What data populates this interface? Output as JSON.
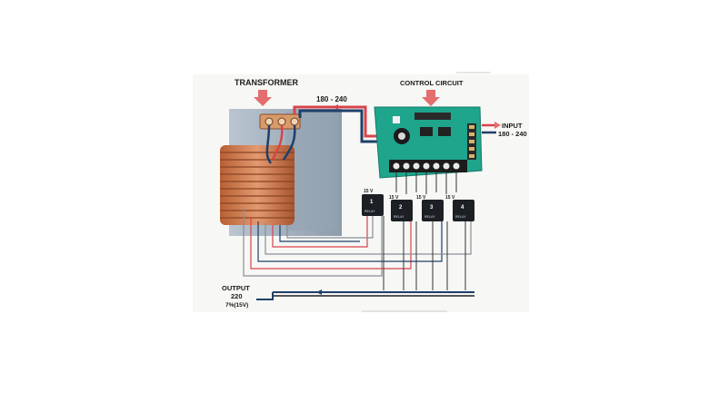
{
  "diagram": {
    "title_transformer": "TRANSFORMER",
    "title_control": "CONTROL CIRCUIT",
    "wire_label_top": "180 - 240",
    "input_label": "INPUT",
    "input_range": "180 - 240",
    "relays": [
      {
        "number": "1",
        "voltage": "15 V",
        "tag": "RELAY"
      },
      {
        "number": "2",
        "voltage": "15 V",
        "tag": "RELAY"
      },
      {
        "number": "3",
        "voltage": "15 V",
        "tag": "RELAY"
      },
      {
        "number": "4",
        "voltage": "15 V",
        "tag": "RELAY"
      }
    ],
    "output_label": "OUTPUT",
    "output_voltage": "220",
    "output_tolerance": "7%(15V)"
  },
  "colors": {
    "board": "#1ea58c",
    "core": "#a9b6c2",
    "coil": "#c9744a",
    "wire_red": "#d8434b",
    "wire_blue": "#1f3f6b",
    "arrow": "#e46d6d",
    "relay": "#1c1f24"
  }
}
